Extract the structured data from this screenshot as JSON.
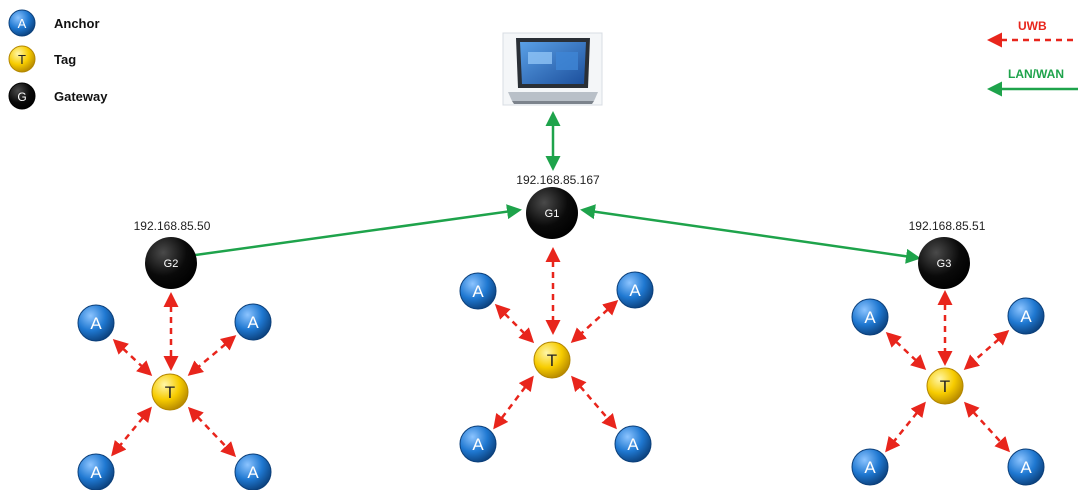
{
  "legend": {
    "anchor": {
      "symbol": "A",
      "label": "Anchor"
    },
    "tag": {
      "symbol": "T",
      "label": "Tag"
    },
    "gateway": {
      "symbol": "G",
      "label": "Gateway"
    }
  },
  "link_legend": {
    "uwb": {
      "label": "UWB",
      "color": "#e8251c"
    },
    "lan": {
      "label": "LAN/WAN",
      "color": "#1ea34b"
    }
  },
  "gateways": [
    {
      "id": "G1",
      "ip": "192.168.85.167"
    },
    {
      "id": "G2",
      "ip": "192.168.85.50"
    },
    {
      "id": "G3",
      "ip": "192.168.85.51"
    }
  ],
  "node_symbols": {
    "anchor": "A",
    "tag": "T"
  },
  "colors": {
    "anchor": "#1a73c9",
    "tag": "#f5c800",
    "gateway": "#0a0a0a",
    "uwb": "#e8251c",
    "lan": "#1ea34b"
  },
  "icons": {
    "computer": "laptop-icon"
  }
}
